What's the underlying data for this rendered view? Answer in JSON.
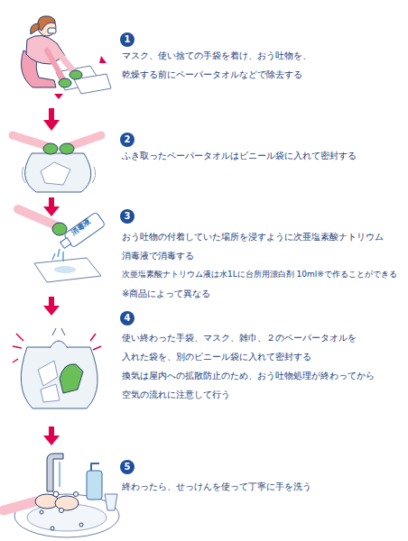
{
  "diagram": {
    "nodes": [
      {
        "text": [
          "1"
        ]
      },
      {
        "text": [
          "2"
        ]
      },
      {
        "text": [
          "3"
        ]
      },
      {
        "text": [
          "4"
        ]
      },
      {
        "text": [
          "5"
        ]
      }
    ],
    "labels": [
      "マスク、使い捨ての手袋を着け、おう吐物を、乾燥する前にペーパータオルなどで除去する",
      "ふき取ったペーパータオルはビニール袋に入れて密封する",
      "おう吐物の付着していた場所を浸すように次亜塩素酸ナトリウム消毒液で消毒する",
      "次亜塩素酸ナトリウム液は水1Lに台所用漂白剤 10ml※で作ることができる",
      "※商品によって異なる",
      "消毒液",
      "使い終わった手袋、マスク、雑巾、２のペーパータオルを入れた袋を、別のビニール袋に入れて密封する",
      "換気は屋内への拡散防止のため、おう吐物処理が終わってから空気の流れに注意して行う",
      "終わったら、せっけんを使って丁寧に手を洗う"
    ]
  }
}
